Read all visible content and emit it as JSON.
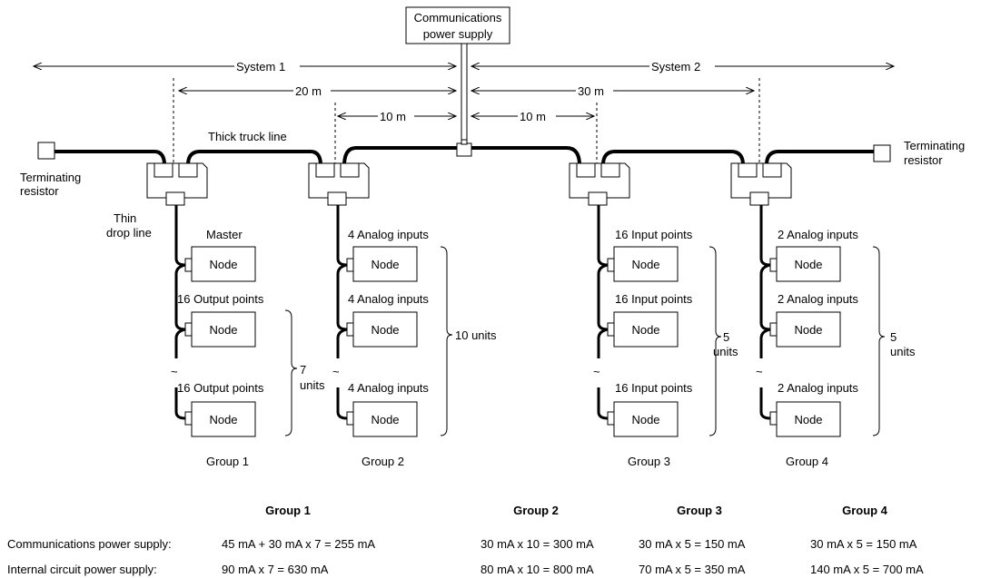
{
  "supply_box": {
    "line1": "Communications",
    "line2": "power supply"
  },
  "dimensions": {
    "system1": "System 1",
    "system2": "System 2",
    "d20": "20 m",
    "d30": "30 m",
    "d10_left": "10 m",
    "d10_right": "10 m"
  },
  "labels": {
    "thick_trunk": "Thick truck line",
    "term_left_1": "Terminating",
    "term_left_2": "resistor",
    "term_right_1": "Terminating",
    "term_right_2": "resistor",
    "thin_drop_1": "Thin",
    "thin_drop_2": "drop line"
  },
  "node_label": "Node",
  "tilde": "~",
  "groups": [
    {
      "name": "Group 1",
      "labels": [
        "Master",
        "16 Output points",
        "16 Output points"
      ],
      "count_1": "7",
      "count_2": "units"
    },
    {
      "name": "Group 2",
      "labels": [
        "4 Analog inputs",
        "4 Analog inputs",
        "4 Analog inputs"
      ],
      "count_1": "10 units",
      "count_2": ""
    },
    {
      "name": "Group 3",
      "labels": [
        "16 Input points",
        "16 Input points",
        "16 Input points"
      ],
      "count_1": "5",
      "count_2": "units"
    },
    {
      "name": "Group 4",
      "labels": [
        "2 Analog inputs",
        "2 Analog inputs",
        "2 Analog inputs"
      ],
      "count_1": "5",
      "count_2": "units"
    }
  ],
  "table": {
    "headers": [
      "Group 1",
      "Group 2",
      "Group 3",
      "Group 4"
    ],
    "rows": [
      {
        "label": "Communications power supply:",
        "values": [
          "45 mA + 30 mA x 7 = 255 mA",
          "30 mA x 10 = 300 mA",
          "30 mA x 5 = 150 mA",
          "30 mA x 5 = 150 mA"
        ]
      },
      {
        "label": "Internal circuit power supply:",
        "values": [
          "90 mA x 7 = 630 mA",
          "80 mA x 10 = 800 mA",
          "70 mA x 5 = 350 mA",
          "140 mA x 5 = 700 mA"
        ]
      }
    ]
  }
}
